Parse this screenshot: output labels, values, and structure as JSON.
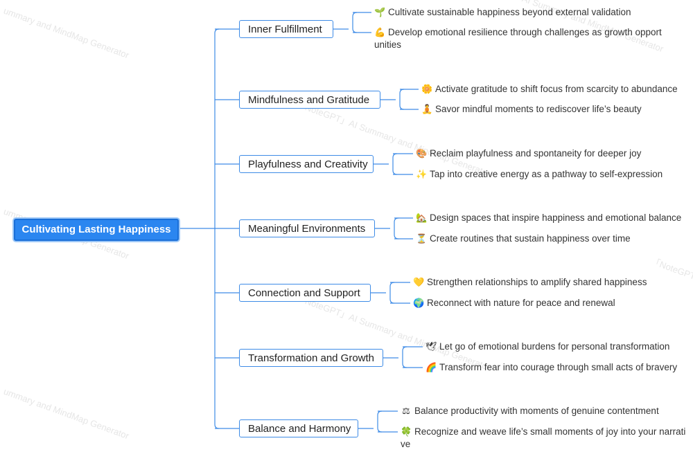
{
  "root": {
    "label": "Cultivating Lasting Happiness"
  },
  "branches": [
    {
      "label": "Inner Fulfillment",
      "leaves": [
        {
          "icon": "🌱",
          "icon_name": "seedling-icon",
          "text": "Cultivate sustainable happiness beyond external validation"
        },
        {
          "icon": "💪",
          "icon_name": "flexed-arm-icon",
          "text": "Develop emotional resilience through challenges as growth opport",
          "text2": "unities"
        }
      ]
    },
    {
      "label": "Mindfulness and Gratitude",
      "leaves": [
        {
          "icon": "🌼",
          "icon_name": "flower-icon",
          "text": "Activate gratitude to shift focus from scarcity to abundance"
        },
        {
          "icon": "🧘",
          "icon_name": "meditation-icon",
          "text": "Savor mindful moments to rediscover life’s beauty"
        }
      ]
    },
    {
      "label": "Playfulness and Creativity",
      "leaves": [
        {
          "icon": "🎨",
          "icon_name": "palette-icon",
          "text": "Reclaim playfulness and spontaneity for deeper joy"
        },
        {
          "icon": "✨",
          "icon_name": "sparkles-icon",
          "text": "Tap into creative energy as a pathway to self-expression"
        }
      ]
    },
    {
      "label": "Meaningful Environments",
      "leaves": [
        {
          "icon": "🏡",
          "icon_name": "house-icon",
          "text": "Design spaces that inspire happiness and emotional balance"
        },
        {
          "icon": "⏳",
          "icon_name": "hourglass-icon",
          "text": "Create routines that sustain happiness over time"
        }
      ]
    },
    {
      "label": "Connection and Support",
      "leaves": [
        {
          "icon": "💛",
          "icon_name": "heart-icon",
          "text": "Strengthen relationships to amplify shared happiness"
        },
        {
          "icon": "🌍",
          "icon_name": "globe-icon",
          "text": "Reconnect with nature for peace and renewal"
        }
      ]
    },
    {
      "label": "Transformation and Growth",
      "leaves": [
        {
          "icon": "🕊",
          "icon_name": "dove-icon",
          "text": "Let go of emotional burdens for personal transformation"
        },
        {
          "icon": "🌈",
          "icon_name": "rainbow-icon",
          "text": "Transform fear into courage through small acts of bravery"
        }
      ]
    },
    {
      "label": "Balance and Harmony",
      "leaves": [
        {
          "icon": "⚖",
          "icon_name": "balance-scale-icon",
          "text": "Balance productivity with moments of genuine contentment"
        },
        {
          "icon": "🍀",
          "icon_name": "clover-icon",
          "text": "Recognize and weave life’s small moments of joy into your narrati",
          "text2": "ve"
        }
      ]
    }
  ],
  "watermarks": [
    "ummary and MindMap Generator",
    "「NoteGPT」AI Summary and MindMap Generator",
    "「NoteGPT」AI Summary and MindMap Generator",
    "「NoteGPT」",
    "「NoteGPT」AI Summary and MindMap Generator",
    "ummary and MindMap Generator",
    "ummary and MindMap Generator"
  ],
  "colors": {
    "accent": "#2b86f0",
    "line": "#3d8be6"
  }
}
